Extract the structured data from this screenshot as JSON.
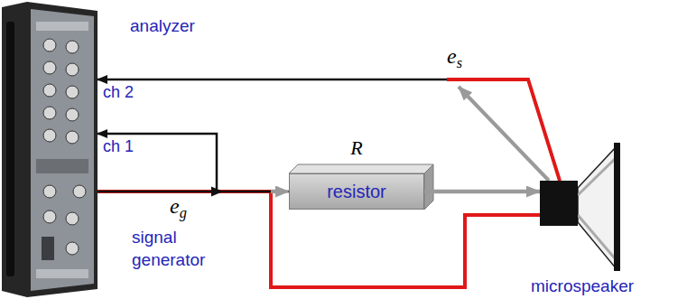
{
  "diagram": {
    "nodes": [
      {
        "text": [
          "analyzer"
        ]
      },
      {
        "text": [
          "R",
          "resistor"
        ]
      },
      {
        "text": [
          "microspeaker"
        ]
      }
    ],
    "edges": [
      {
        "from": 0,
        "to": 2,
        "arrow": "none"
      },
      {
        "from": 2,
        "to": 0,
        "arrow": "to"
      },
      {
        "from": 0,
        "to": 1,
        "arrow": "to"
      },
      {
        "from": 1,
        "to": 2,
        "arrow": "to"
      }
    ],
    "labels": [
      "ch 2",
      "ch 1",
      "es",
      "eg",
      "signal generator"
    ]
  }
}
